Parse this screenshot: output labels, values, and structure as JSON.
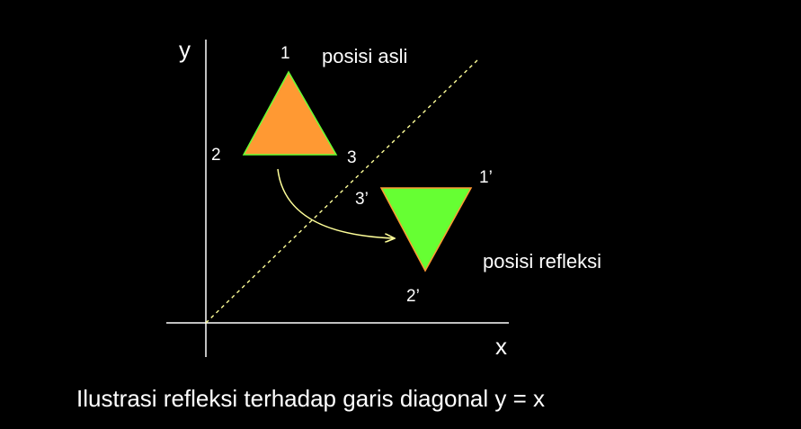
{
  "axes": {
    "y_label": "y",
    "x_label": "x"
  },
  "triangles": {
    "original": {
      "label": "posisi asli",
      "vertices": [
        "1",
        "2",
        "3"
      ],
      "fill": "#FF9933",
      "stroke": "#66FF33"
    },
    "reflected": {
      "label": "posisi refleksi",
      "vertices": [
        "1’",
        "2’",
        "3’"
      ],
      "fill": "#66FF33",
      "stroke": "#FF9933"
    }
  },
  "mirror_line": {
    "color": "#FFFF99",
    "style": "dashed"
  },
  "arrow": {
    "color": "#FFFF99"
  },
  "caption": "Ilustrasi refleksi terhadap garis diagonal y = x",
  "colors": {
    "background": "#000000",
    "axis": "#FFFFFF",
    "text": "#FFFFFF"
  }
}
